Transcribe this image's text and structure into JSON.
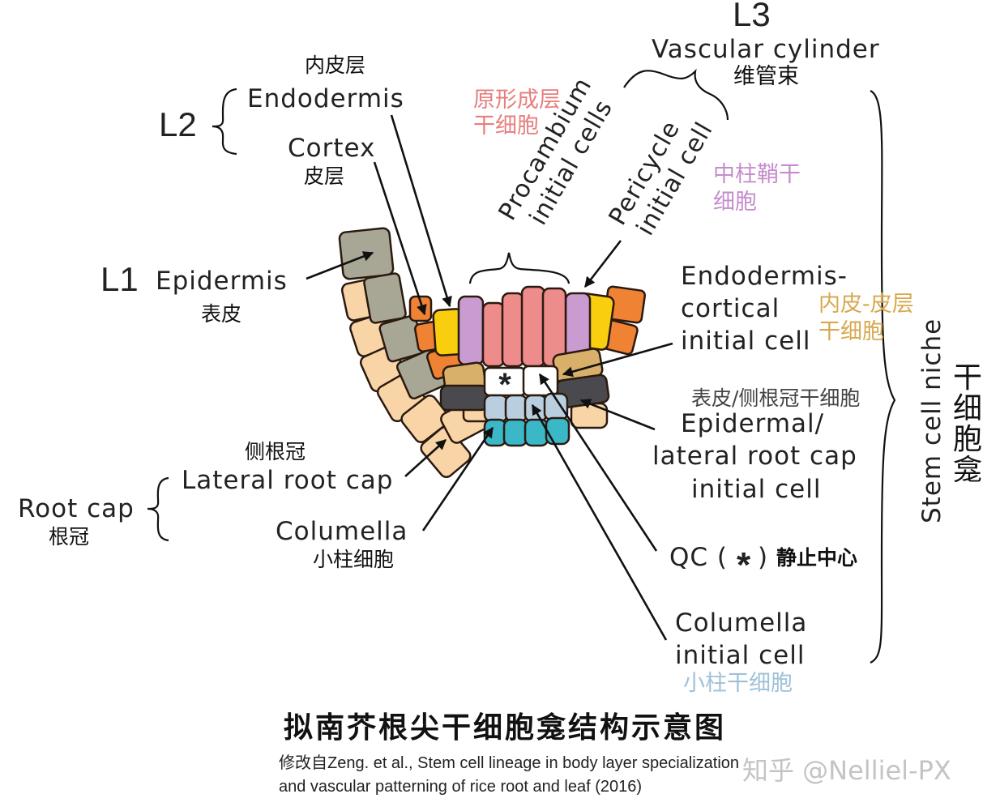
{
  "layers": {
    "l1": "L1",
    "l2": "L2",
    "l3": "L3",
    "vascular_cylinder_en": "Vascular cylinder",
    "vascular_cylinder_zh": "维管束",
    "endodermis_zh": "内皮层",
    "endodermis_en": "Endodermis",
    "cortex_en": "Cortex",
    "cortex_zh": "皮层",
    "procambium_zh_1": "原形成层",
    "procambium_zh_2": "干细胞",
    "procambium_en_1": "Procambium",
    "procambium_en_2": "initial cells",
    "pericycle_en_1": "Pericycle",
    "pericycle_en_2": "initial cell",
    "pericycle_zh_1": "中柱鞘干",
    "pericycle_zh_2": "细胞",
    "epidermis_en": "Epidermis",
    "epidermis_zh": "表皮"
  },
  "right_labels": {
    "endo_cortical_1": "Endodermis-",
    "endo_cortical_2": "cortical",
    "endo_cortical_3": "initial cell",
    "endo_cortical_zh_1": "内皮-皮层",
    "endo_cortical_zh_2": "干细胞",
    "epi_lrc_zh": "表皮/侧根冠干细胞",
    "epi_lrc_1": "Epidermal/",
    "epi_lrc_2": "lateral root cap",
    "epi_lrc_3": "initial cell",
    "qc_en_a": "QC (",
    "qc_star": "*",
    "qc_en_b": ")",
    "qc_zh": "静止中心",
    "col_init_1": "Columella",
    "col_init_2": "initial cell",
    "col_init_zh": "小柱干细胞",
    "stem_cell_niche_en": "Stem cell niche",
    "stem_cell_niche_zh": [
      "干",
      "细",
      "胞",
      "龛"
    ]
  },
  "left_labels": {
    "lrc_zh": "侧根冠",
    "lrc_en": "Lateral root cap",
    "root_cap_en": "Root cap",
    "root_cap_zh": "根冠",
    "columella_en": "Columella",
    "columella_zh": "小柱细胞"
  },
  "qc_mark": "*",
  "title": "拟南芥根尖干细胞龛结构示意图",
  "citation_1": "修改自Zeng. et al., Stem cell lineage in body layer specialization",
  "citation_2": "and vascular patterning of rice root and leaf (2016)",
  "watermark": "知乎 @Nelliel-PX",
  "colors": {
    "epidermis": "#a8a795",
    "lateral_root_cap": "#f9d4a6",
    "cortex": "#ef8233",
    "endodermis": "#f8ce0e",
    "pericycle": "#c99bd0",
    "procambium": "#ee8b8b",
    "endo_cortical_initial": "#d8b06a",
    "epidermal_lrc_initial": "#4a4a4e",
    "columella_initial": "#b9cfe0",
    "columella": "#3bb8c8",
    "procambium_text": "#e87e7e",
    "pericycle_text": "#c58ccc",
    "endo_cortical_text": "#d6a94e",
    "columella_initial_text": "#9fc1d6",
    "epi_lrc_zh_text": "#444444"
  }
}
